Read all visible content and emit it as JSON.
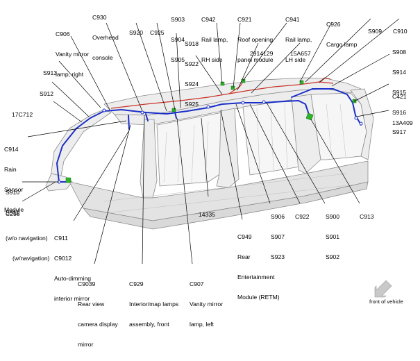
{
  "connector_labels": {
    "c930": [
      "C930",
      "Overhead",
      "console"
    ],
    "c906": [
      "C906",
      "Vanity mirror",
      "lamp, right"
    ],
    "s920": [
      "S920"
    ],
    "c925": [
      "C925"
    ],
    "s903_group": [
      "S903",
      "S904",
      "S905"
    ],
    "c942": [
      "C942",
      "Rail lamp,",
      "RH side"
    ],
    "c921": [
      "C921",
      "Roof opening",
      "panel module"
    ],
    "c941": [
      "C941",
      "Rail lamp,",
      "LH side"
    ],
    "c926": [
      "C926",
      "Cargo lamp"
    ],
    "s909": [
      "S909"
    ],
    "c910": [
      "C910"
    ],
    "s918_group": [
      "S918",
      "S922",
      "S924",
      "S925"
    ],
    "part_2914129": [
      "2914129"
    ],
    "part_15a657": [
      "15A657"
    ],
    "s908_group": [
      "S908",
      "S914",
      "S915",
      "S916",
      "S917"
    ],
    "s913": [
      "S913"
    ],
    "s912": [
      "S912"
    ],
    "part_17c712": [
      "17C712"
    ],
    "c421": [
      "C421"
    ],
    "part_13a409": [
      "13A409"
    ],
    "c914": [
      "C914",
      "Rain",
      "Sensor",
      "Module"
    ],
    "s910_group": [
      "S910",
      "S911"
    ],
    "c298": [
      "C298"
    ],
    "part_14335": [
      "14335"
    ],
    "s906_group": [
      "S906",
      "S907",
      "S923"
    ],
    "c922": [
      "C922"
    ],
    "s900_group": [
      "S900",
      "S901",
      "S902"
    ],
    "c913": [
      "C913"
    ],
    "c949": [
      "C949",
      "Rear",
      "Entertainment",
      "Module (RETM)"
    ],
    "c911_notes": [
      "(w/o navigation)",
      "(w/navigation)"
    ],
    "c911": [
      "C911",
      "C9012",
      "Auto-dimming",
      "interior mirror"
    ],
    "c9039": [
      "C9039",
      "Rear view",
      "camera display",
      "mirror"
    ],
    "c929": [
      "C929",
      "Interior/map lamps",
      "assembly, front"
    ],
    "c907": [
      "C907",
      "Vanity mirror",
      "lamp, left"
    ]
  },
  "front_indicator": {
    "label": "front of vehicle",
    "icon": "arrow-down-left-icon"
  },
  "colors": {
    "harness_blue": "#1a2fc8",
    "harness_red": "#c8342a",
    "connector_green": "#2bb42b",
    "body_outline": "#8a8a8a",
    "body_fill": "#ededed",
    "leader_line": "#000000",
    "arrow_gray": "#c9c9c9"
  }
}
